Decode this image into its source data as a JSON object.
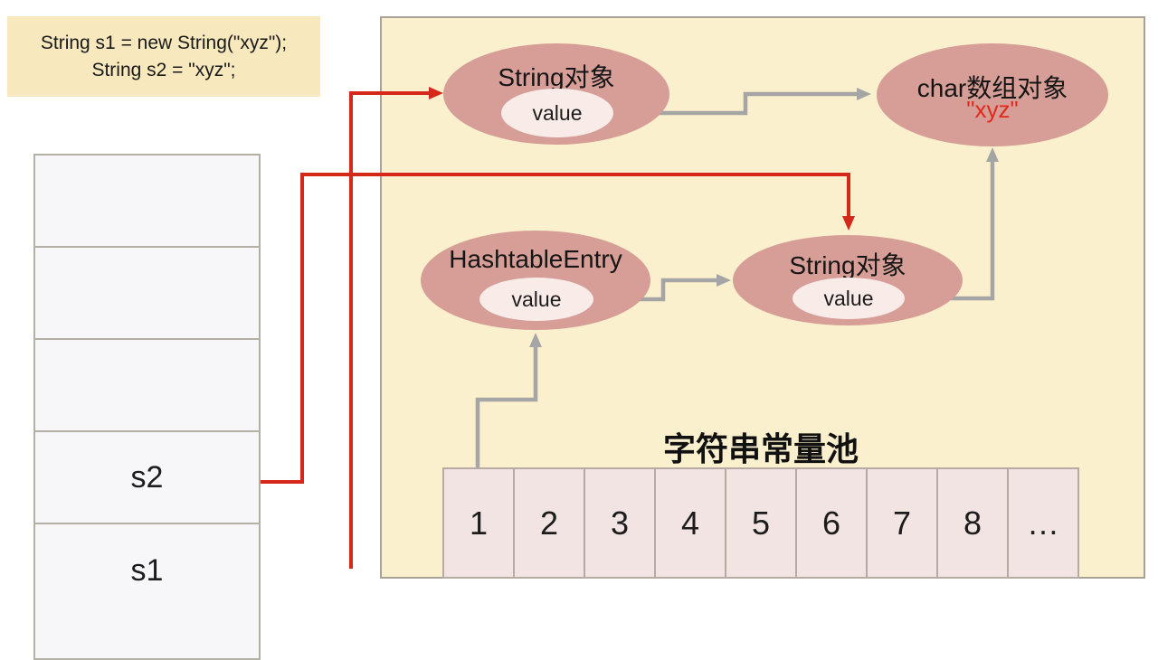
{
  "code_block": {
    "line1": "String s1 = new String(\"xyz\");",
    "line2": "String s2 = \"xyz\";"
  },
  "stack": {
    "cells": [
      "",
      "",
      "",
      "s2",
      "s1"
    ]
  },
  "heap": {
    "pool_title": "字符串常量池",
    "pool_cells": [
      "1",
      "2",
      "3",
      "4",
      "5",
      "6",
      "7",
      "8",
      "…"
    ],
    "nodes": {
      "string1": {
        "label": "String对象",
        "field": "value"
      },
      "char_array": {
        "label": "char数组对象",
        "literal": "\"xyz\""
      },
      "hashtable": {
        "label": "HashtableEntry",
        "field": "value"
      },
      "string2": {
        "label": "String对象",
        "field": "value"
      }
    }
  },
  "colors": {
    "heap_background": "#faf0cd",
    "code_background": "#f7e9bd",
    "node_fill": "#d69e96",
    "field_fill": "#f8ebe8",
    "pool_cell_fill": "#f3e4e4",
    "arrow_red": "#d6281a",
    "arrow_gray": "#a5a5a5",
    "literal_red": "#e02a1c"
  }
}
